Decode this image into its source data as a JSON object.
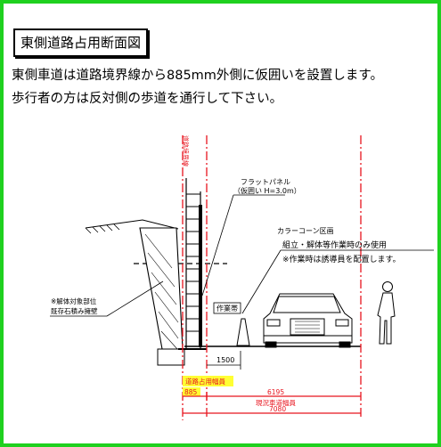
{
  "title": "東側道路占用断面図",
  "notice": {
    "line1": "東側車道は道路境界線から885mm外側に仮囲いを設置します。",
    "line2": "歩行者の方は反対側の歩道を通行して下さい。"
  },
  "diagram": {
    "boundary_label": "道路境界線",
    "panel_label_1": "フラットパネル",
    "panel_label_2": "（仮囲い H=3.0m）",
    "cone_zone_label": "カラーコーン区画",
    "cone_note_1": "組立・解体等作業時のみ使用",
    "cone_note_2": "※作業時は誘導員を配置します。",
    "work_zone_label": "作業帯",
    "demolition_label": "※解体対象部位",
    "wall_label": "既存石積み擁壁",
    "dim_1500": "1500",
    "occupancy_label": "道路占用幅員",
    "dim_885": "885",
    "dim_6195": "6195",
    "road_width_label": "現況車道幅員",
    "dim_7080": "7080"
  },
  "colors": {
    "frame": "#1fd11f",
    "red": "#e8141e",
    "highlight": "#ffff33"
  }
}
